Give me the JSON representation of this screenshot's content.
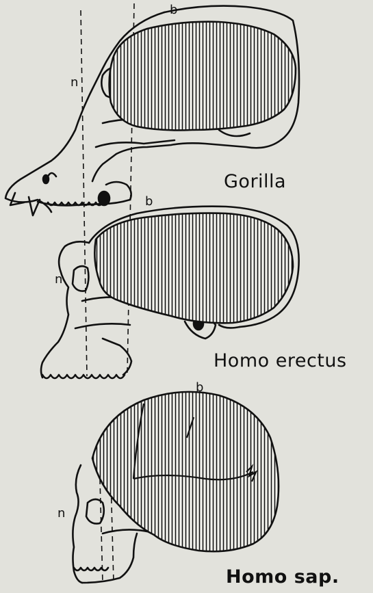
{
  "labels": {
    "gorilla": "Gorilla",
    "homo_erectus": "Homo erectus",
    "homo_sapiens": "Homo sap."
  },
  "markers": {
    "bregma": "b",
    "nasion": "n"
  },
  "colors": {
    "background": "#e2e2dc",
    "ink": "#111111",
    "hatch": "#111111"
  },
  "icons": [
    "gorilla-skull-icon",
    "homo-erectus-skull-icon",
    "homo-sapiens-skull-icon"
  ]
}
